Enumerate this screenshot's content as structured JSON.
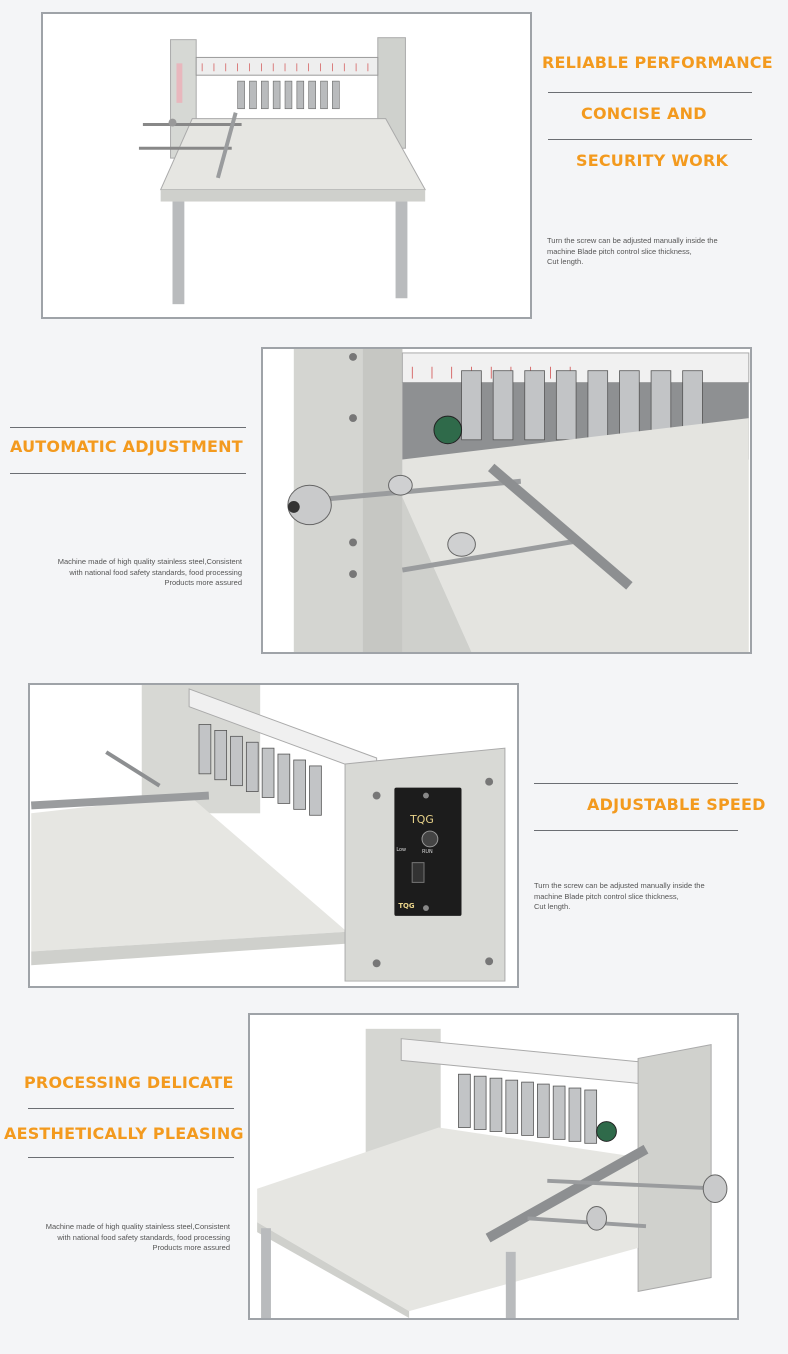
{
  "section1": {
    "headings": [
      "RELIABLE PERFORMANCE",
      "CONCISE AND",
      "SECURITY WORK"
    ],
    "desc": [
      "Turn the screw can be adjusted manually inside the",
      "machine Blade pitch control slice thickness,",
      "Cut length."
    ]
  },
  "section2": {
    "headings": [
      "AUTOMATIC ADJUSTMENT"
    ],
    "desc": [
      "Machine made of high quality stainless steel,Consistent",
      "with national food safety standards, food processing",
      "Products more assured"
    ]
  },
  "section3": {
    "headings": [
      "ADJUSTABLE SPEED"
    ],
    "desc": [
      "Turn the screw can be adjusted manually inside the",
      "machine Blade pitch control slice thickness,",
      "Cut length."
    ],
    "panel": {
      "brand": "TQG",
      "low": "Low",
      "run": "RUN",
      "logo": "TQG"
    }
  },
  "section4": {
    "headings": [
      "PROCESSING DELICATE",
      "AESTHETICALLY PLEASING"
    ],
    "desc": [
      "Machine made of high quality stainless steel,Consistent",
      "with national food safety standards, food processing",
      "Products more assured"
    ]
  },
  "colors": {
    "accent": "#f39a1e",
    "frame": "#9fa3a8",
    "machine": "#d9dad6"
  }
}
